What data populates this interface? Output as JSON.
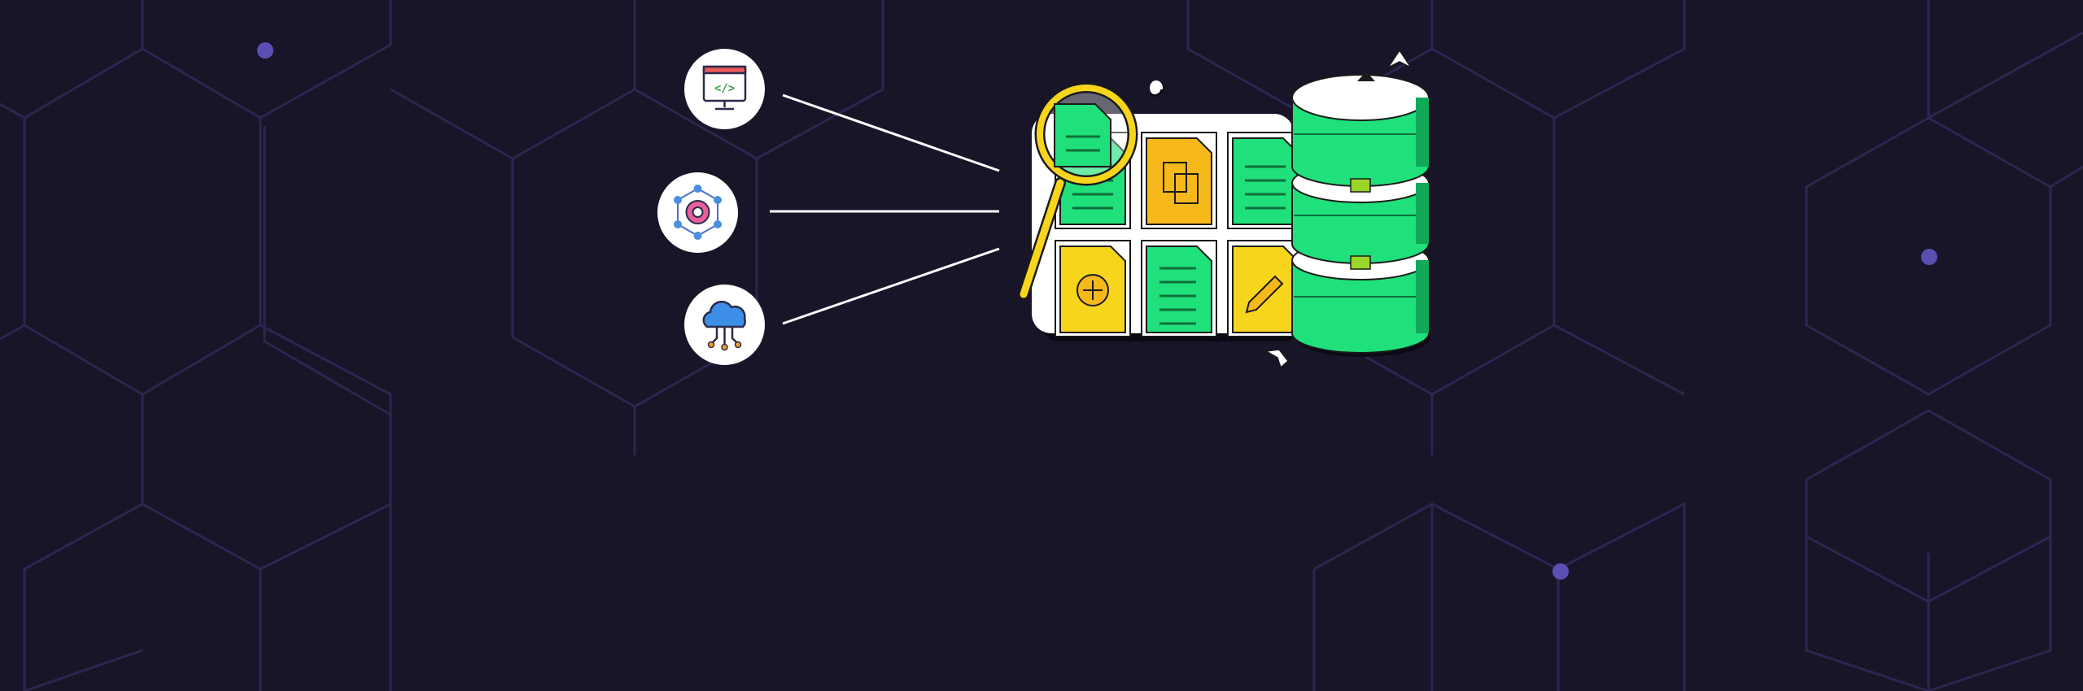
{
  "banner": {
    "background_color": "#181528",
    "pattern_color": "#2c2750",
    "node_color": "#5b4fb3",
    "accent_green": "#1fe07a",
    "accent_yellow": "#f7d51d",
    "accent_orange": "#f6b81a"
  },
  "source_icons": [
    {
      "icon": "code-window-icon"
    },
    {
      "icon": "network-gear-icon"
    },
    {
      "icon": "cloud-computing-icon"
    }
  ],
  "documents": [
    {
      "color": "green",
      "icon": "text-lines-icon"
    },
    {
      "color": "orange",
      "icon": "copy-icon"
    },
    {
      "color": "green",
      "icon": "text-lines-icon"
    },
    {
      "color": "yellow",
      "icon": "add-circle-icon"
    },
    {
      "color": "green",
      "icon": "text-lines-icon"
    },
    {
      "color": "yellow",
      "icon": "pencil-icon"
    }
  ],
  "database": {
    "icon": "database-stack-icon",
    "layers": 3
  }
}
